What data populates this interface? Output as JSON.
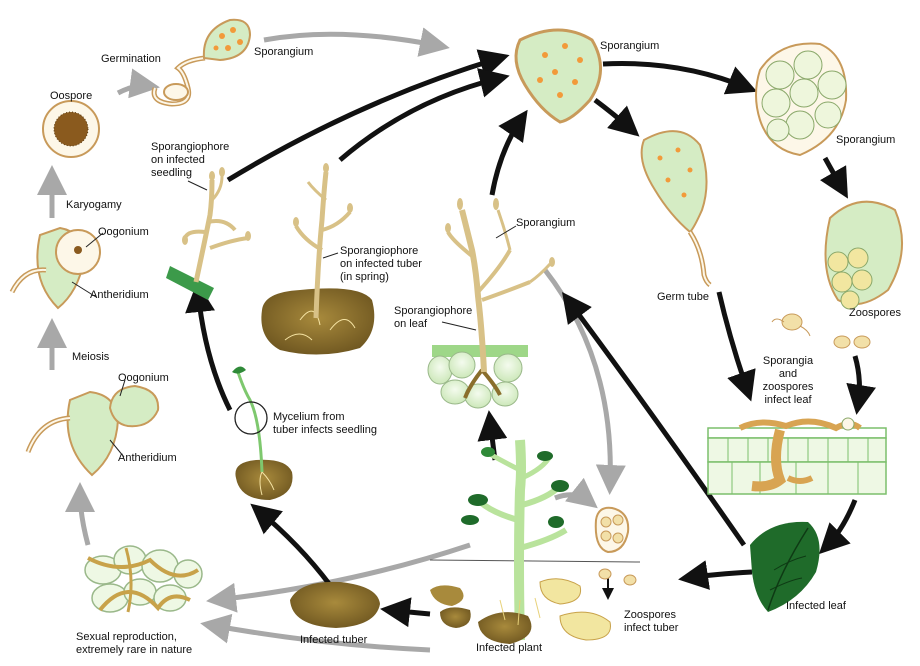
{
  "labels": {
    "germination": "Germination",
    "sporangium_top": "Sporangium",
    "oospore": "Oospore",
    "karyogamy": "Karyogamy",
    "oogonium_upper": "Oogonium",
    "antheridium_upper": "Antheridium",
    "meiosis": "Meiosis",
    "oogonium_lower": "Oogonium",
    "antheridium_lower": "Antheridium",
    "sexual_reproduction": "Sexual reproduction,\nextremely rare in nature",
    "sporangiophore_seedling": "Sporangiophore\non infected\nseedling",
    "sporangiophore_tuber": "Sporangiophore\non infected tuber\n(in spring)",
    "mycelium": "Mycelium from\ntuber infects seedling",
    "infected_tuber": "Infected tuber",
    "infected_plant": "Infected plant",
    "zoospores_infect_tuber": "Zoospores\ninfect tuber",
    "sporangium_leaf": "Sporangium",
    "sporangiophore_leaf": "Sporangiophore\non leaf",
    "sporangium_center": "Sporangium",
    "sporangium_right": "Sporangium",
    "germ_tube": "Germ tube",
    "zoospores": "Zoospores",
    "sporangia_infect_leaf": "Sporangia\nand\nzoospores\ninfect leaf",
    "infected_leaf": "Infected leaf"
  },
  "colors": {
    "cell_green": "#d5ecc4",
    "cell_outline": "#c89a5a",
    "spot_orange": "#f29a3a",
    "tan": "#d8c187",
    "soil": "#8a6e2c",
    "soil_light": "#c7a64c",
    "leaf_dark": "#1f6b2a",
    "plant_green": "#b9e39c",
    "arrow_black": "#111111",
    "arrow_grey": "#a8a8a8"
  }
}
